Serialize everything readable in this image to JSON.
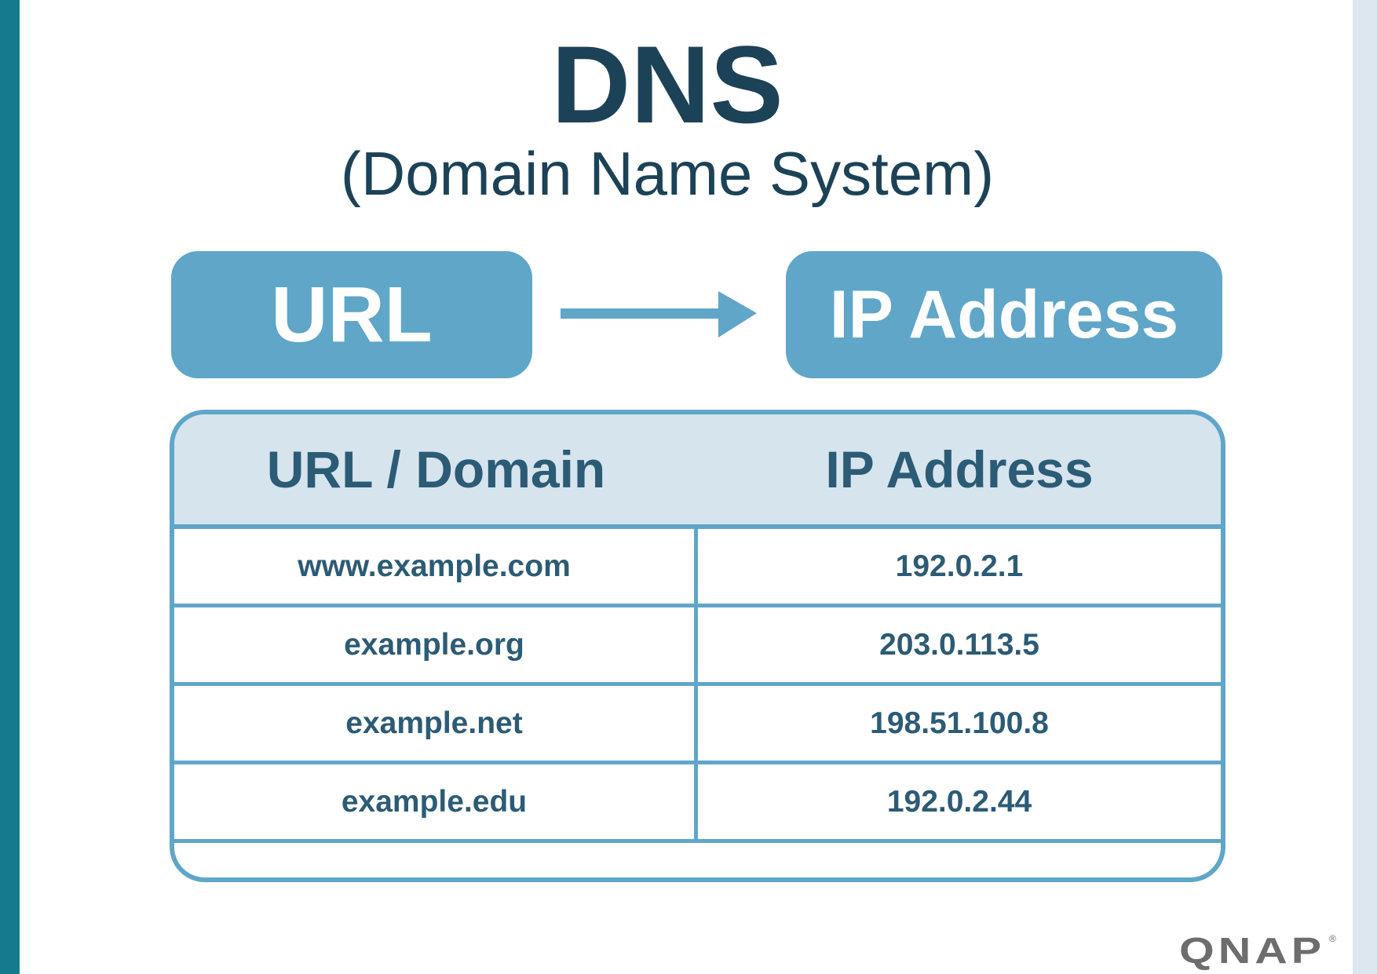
{
  "title": "DNS",
  "subtitle": "(Domain Name System)",
  "flow": {
    "source_label": "URL",
    "target_label": "IP Address",
    "arrow_icon": "right-arrow-icon"
  },
  "table": {
    "headers": [
      "URL / Domain",
      "IP Address"
    ],
    "rows": [
      {
        "domain": "www.example.com",
        "ip": "192.0.2.1"
      },
      {
        "domain": "example.org",
        "ip": "203.0.113.5"
      },
      {
        "domain": "example.net",
        "ip": "198.51.100.8"
      },
      {
        "domain": "example.edu",
        "ip": "192.0.2.44"
      }
    ]
  },
  "logo": {
    "text": "QNAP",
    "mark": "®"
  },
  "colors": {
    "teal": "#157a8d",
    "strip": "#dde7ef",
    "ink": "#1c4257",
    "accent": "#5fa6c9",
    "header-bg": "#d6e4ee",
    "cell-ink": "#2c5b75",
    "logo": "#6d6d6d"
  }
}
